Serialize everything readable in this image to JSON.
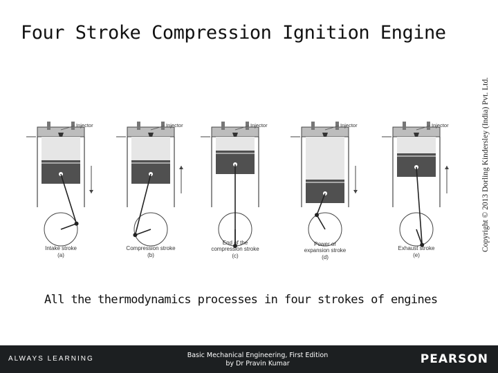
{
  "title": "Four Stroke Compression Ignition Engine",
  "copyright": "Copyright © 2013 Dorling Kindersley (India) Pvt. Ltd.",
  "diagram": {
    "injector_label": "Injector",
    "stages": [
      {
        "lines": [
          "Intake stroke"
        ],
        "letter": "(a)"
      },
      {
        "lines": [
          "Compression stroke"
        ],
        "letter": "(b)"
      },
      {
        "lines": [
          "End of the",
          "compression stroke"
        ],
        "letter": "(c)"
      },
      {
        "lines": [
          "Power or",
          "expansion stroke"
        ],
        "letter": "(d)"
      },
      {
        "lines": [
          "Exhaust stroke"
        ],
        "letter": "(e)"
      }
    ]
  },
  "caption": "All the thermodynamics processes in four strokes of engines",
  "footer": {
    "left": "ALWAYS LEARNING",
    "center_line1": "Basic Mechanical Engineering, First Edition",
    "center_line2": "by Dr Pravin Kumar",
    "logo": "PEARSON"
  }
}
